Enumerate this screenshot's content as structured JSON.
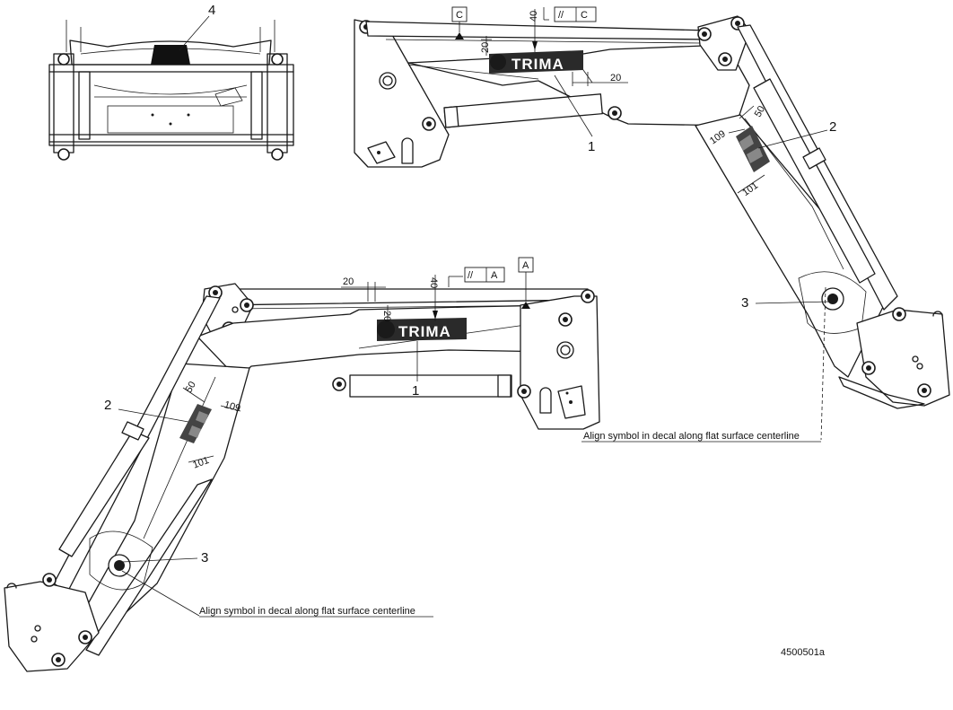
{
  "callouts": {
    "decal_1": "1",
    "decal_2": "2",
    "decal_3": "3",
    "decal_4": "4"
  },
  "dimensions": {
    "d20": "20",
    "d40": "40",
    "d50": "50",
    "d109": "109",
    "d101": "101"
  },
  "datums": {
    "c": "C",
    "a": "A",
    "parallel_symbol": "//"
  },
  "decal_text": "TRIMA",
  "note": "Align symbol in decal along flat surface centerline",
  "drawing_number": "4500501a"
}
